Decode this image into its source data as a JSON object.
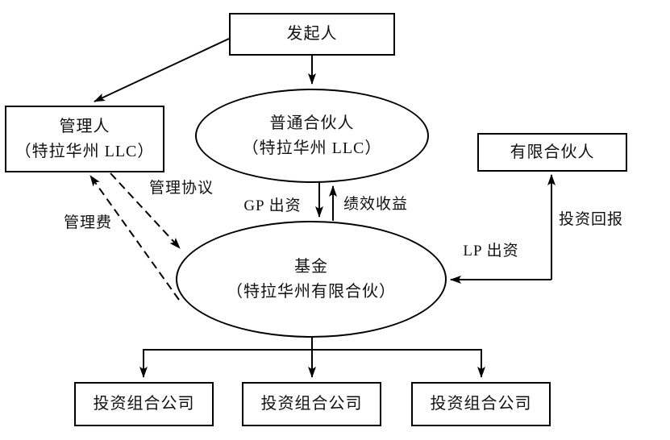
{
  "diagram": {
    "background": "#ffffff",
    "line_color": "#000000",
    "nodes": {
      "sponsor": {
        "label": "发起人"
      },
      "manager": {
        "line1": "管理人",
        "line2": "（特拉华州 LLC）"
      },
      "general_partner": {
        "line1": "普通合伙人",
        "line2": "（特拉华州 LLC）"
      },
      "limited_partner": {
        "label": "有限合伙人"
      },
      "fund": {
        "line1": "基金",
        "line2": "（特拉华州有限合伙）"
      },
      "portfolio_companies": [
        {
          "label": "投资组合公司"
        },
        {
          "label": "投资组合公司"
        },
        {
          "label": "投资组合公司"
        }
      ]
    },
    "edges": {
      "management_agreement": "管理协议",
      "management_fee": "管理费",
      "gp_contribution": "GP 出资",
      "performance_income": "绩效收益",
      "lp_contribution": "LP 出资",
      "investment_return": "投资回报"
    }
  }
}
